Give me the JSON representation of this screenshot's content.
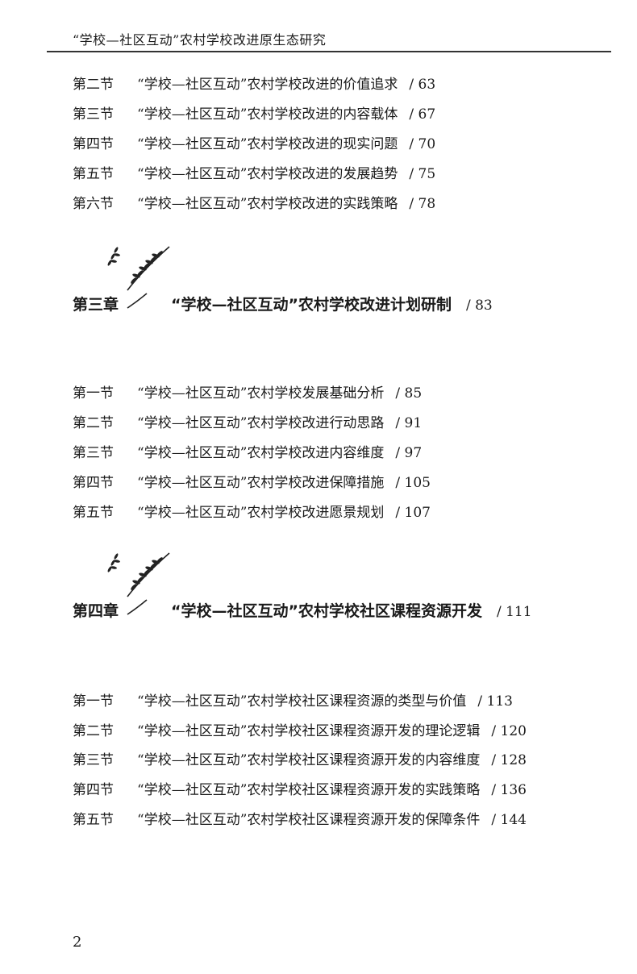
{
  "header": {
    "running_title": "“学校—社区互动”农村学校改进原生态研究"
  },
  "groups": [
    {
      "sections": [
        {
          "label": "第二节",
          "title": "“学校—社区互动”农村学校改进的价值追求",
          "page": "/ 63"
        },
        {
          "label": "第三节",
          "title": "“学校—社区互动”农村学校改进的内容载体",
          "page": "/ 67"
        },
        {
          "label": "第四节",
          "title": "“学校—社区互动”农村学校改进的现实问题",
          "page": "/ 70"
        },
        {
          "label": "第五节",
          "title": "“学校—社区互动”农村学校改进的发展趋势",
          "page": "/ 75"
        },
        {
          "label": "第六节",
          "title": "“学校—社区互动”农村学校改进的实践策略",
          "page": "/ 78"
        }
      ]
    },
    {
      "chapter": {
        "label": "第三章",
        "title": "“学校—社区互动”农村学校改进计划研制",
        "page": "/ 83"
      },
      "sections": [
        {
          "label": "第一节",
          "title": "“学校—社区互动”农村学校发展基础分析",
          "page": "/ 85"
        },
        {
          "label": "第二节",
          "title": "“学校—社区互动”农村学校改进行动思路",
          "page": "/ 91"
        },
        {
          "label": "第三节",
          "title": "“学校—社区互动”农村学校改进内容维度",
          "page": "/ 97"
        },
        {
          "label": "第四节",
          "title": "“学校—社区互动”农村学校改进保障措施",
          "page": "/ 105"
        },
        {
          "label": "第五节",
          "title": "“学校—社区互动”农村学校改进愿景规划",
          "page": "/ 107"
        }
      ]
    },
    {
      "chapter": {
        "label": "第四章",
        "title": "“学校—社区互动”农村学校社区课程资源开发",
        "page": "/ 111"
      },
      "sections": [
        {
          "label": "第一节",
          "title": "“学校—社区互动”农村学校社区课程资源的类型与价值",
          "page": "/ 113"
        },
        {
          "label": "第二节",
          "title": "“学校—社区互动”农村学校社区课程资源开发的理论逻辑",
          "page": "/ 120"
        },
        {
          "label": "第三节",
          "title": "“学校—社区互动”农村学校社区课程资源开发的内容维度",
          "page": "/ 128"
        },
        {
          "label": "第四节",
          "title": "“学校—社区互动”农村学校社区课程资源开发的实践策略",
          "page": "/ 136"
        },
        {
          "label": "第五节",
          "title": "“学校—社区互动”农村学校社区课程资源开发的保障条件",
          "page": "/ 144"
        }
      ]
    }
  ],
  "footer": {
    "page_number": "2"
  }
}
